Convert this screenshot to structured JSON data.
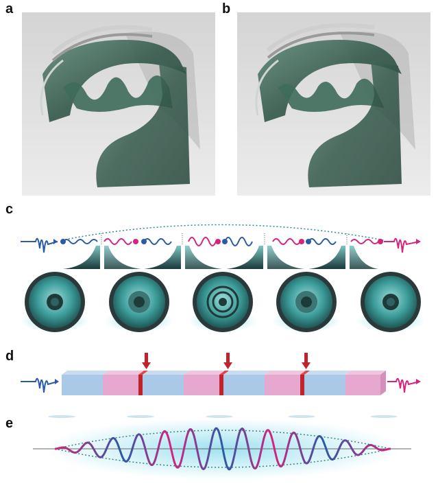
{
  "figure": {
    "panel_labels": {
      "a": "a",
      "b": "b",
      "c": "c",
      "d": "d",
      "e": "e"
    }
  },
  "colors": {
    "blue": "#2a5aa8",
    "magenta": "#d6237e",
    "teal": "#2a8a88",
    "dark_green": "#33584a",
    "light_blue_block": "#aac8e8",
    "pink_block": "#e6a8cf",
    "red_marker": "#c0232c",
    "cyan_glow": "#8fe0e8"
  },
  "panel_c": {
    "resonator_count": 5,
    "speaker_count": 5
  },
  "panel_d": {
    "block_sequence": [
      "blue",
      "pink",
      "blue",
      "pink",
      "blue",
      "pink",
      "blue",
      "pink"
    ],
    "marker_count": 3
  },
  "icons": {
    "input_pulse": "input-pulse-arrow-icon",
    "output_pulse": "output-pulse-arrow-icon",
    "red_arrow": "down-arrow-icon"
  }
}
